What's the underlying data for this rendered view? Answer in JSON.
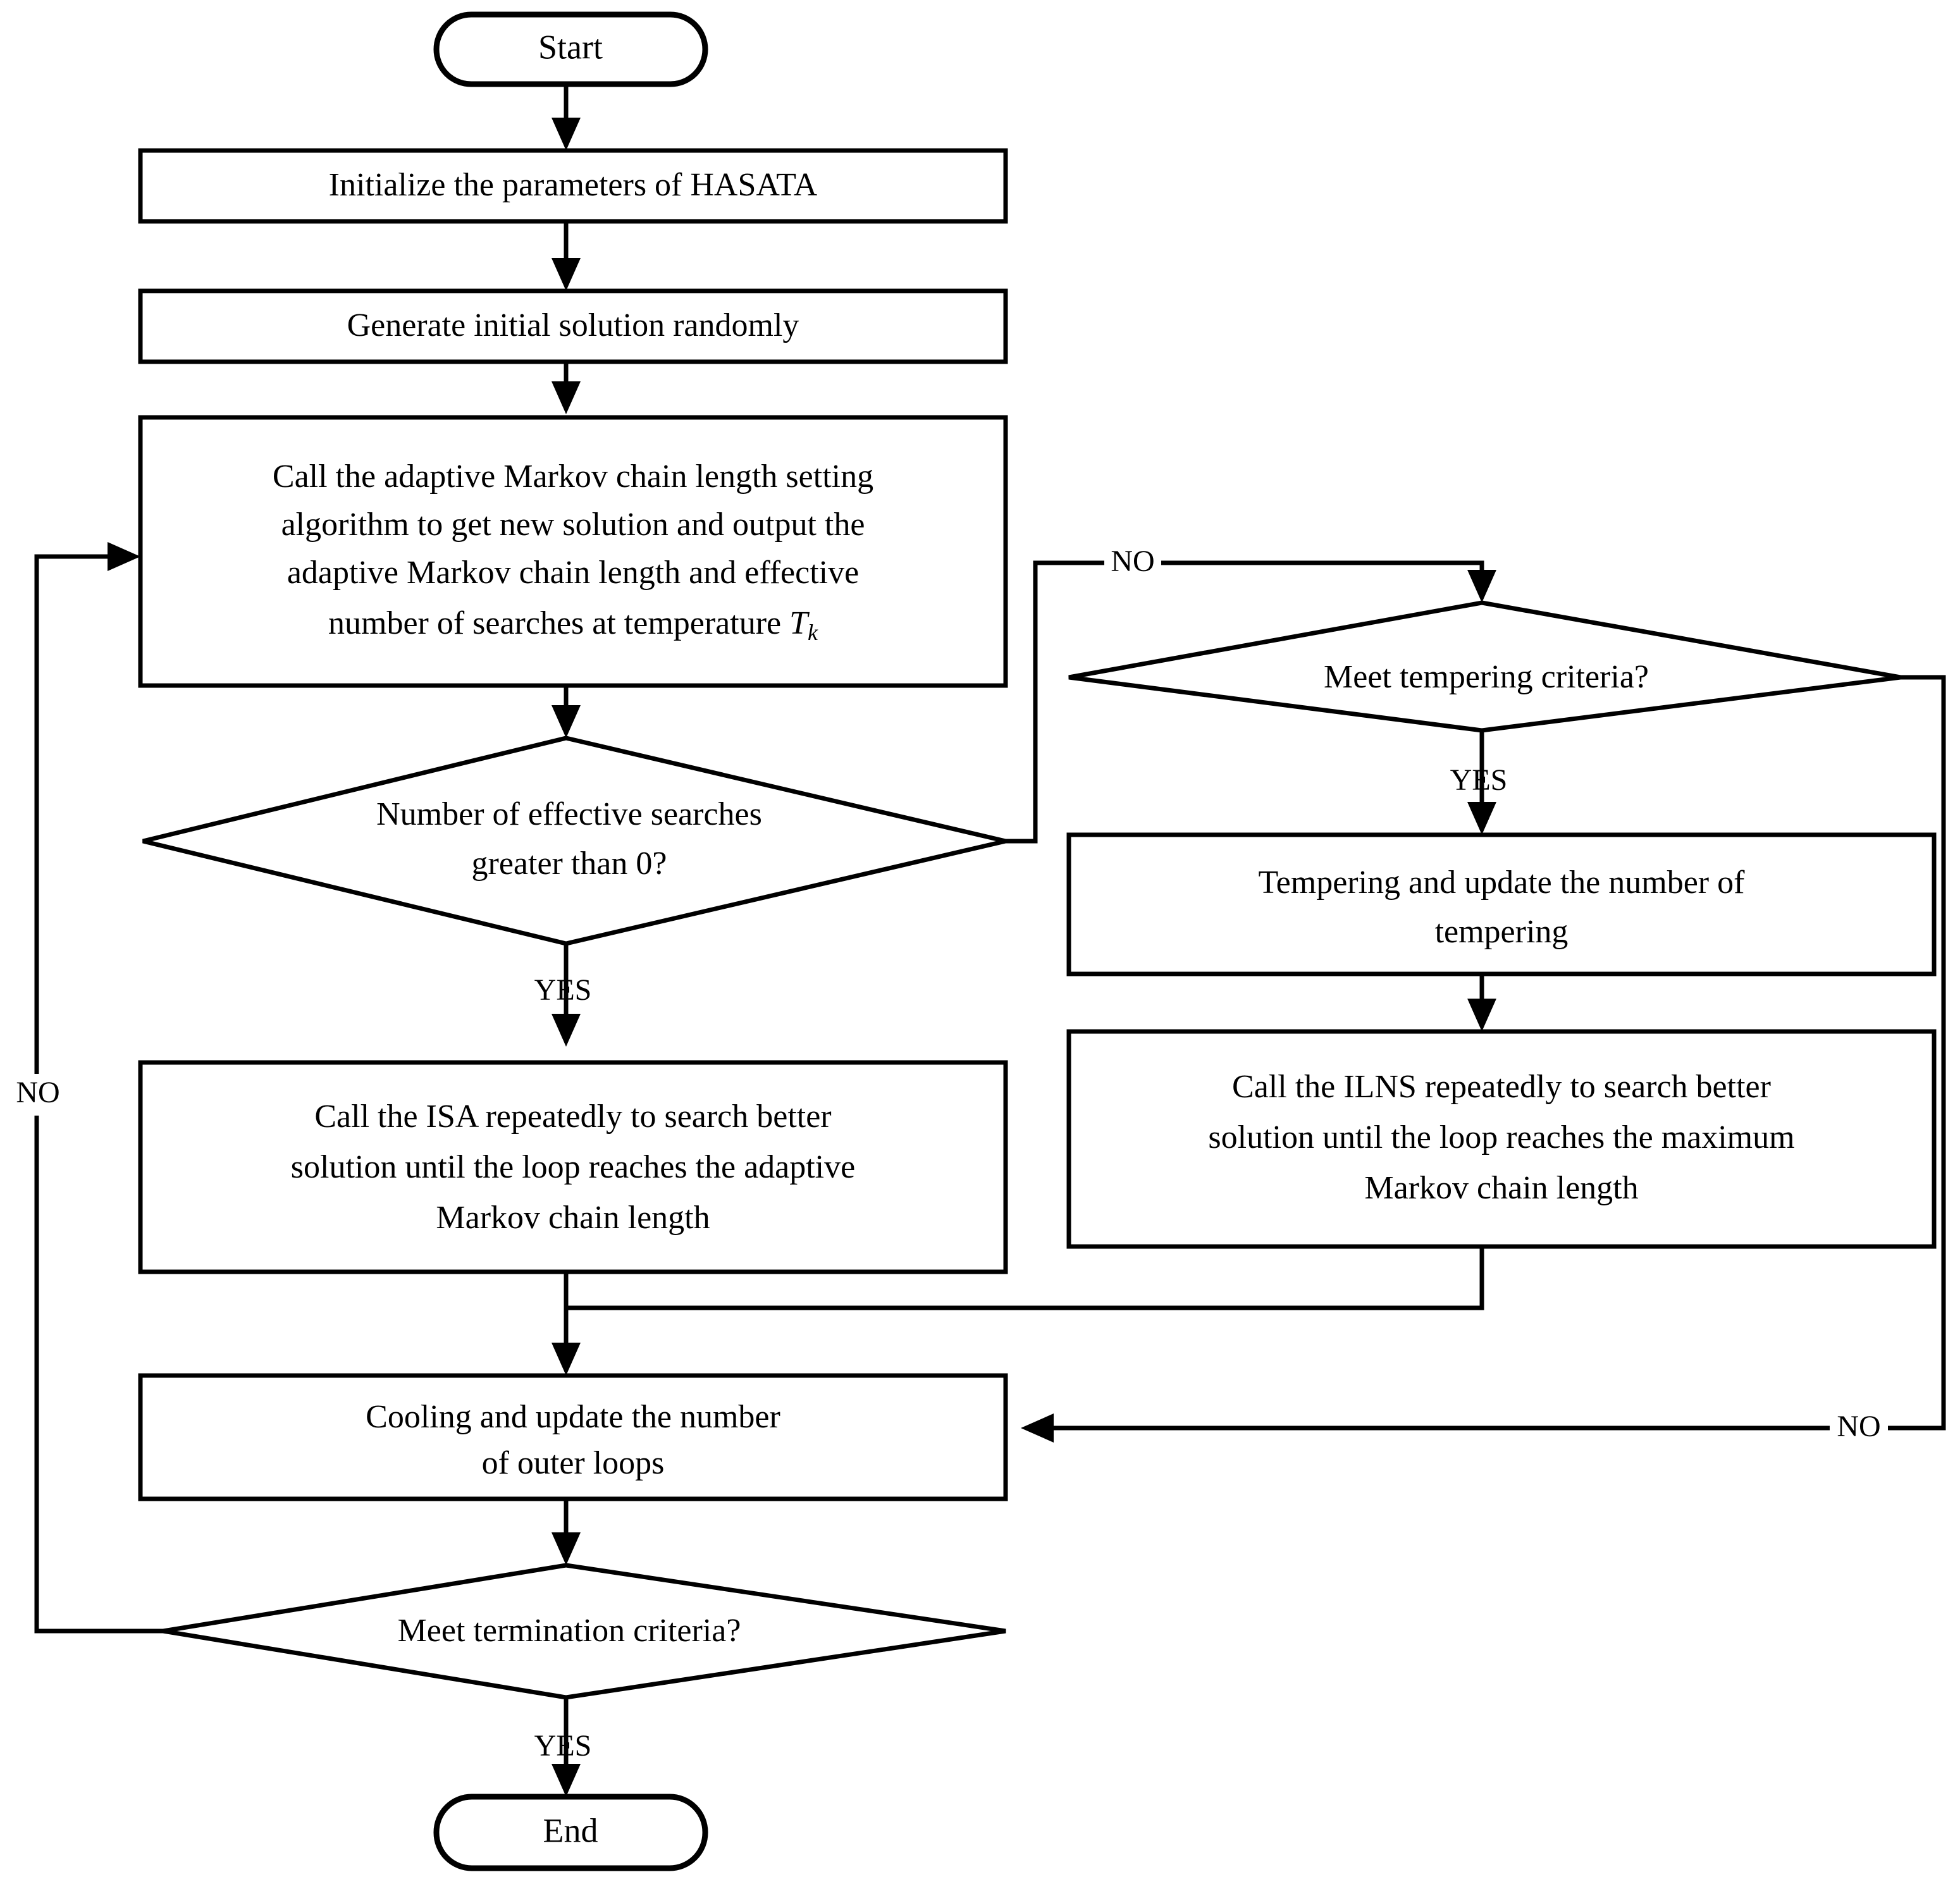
{
  "diagram": {
    "title": "HASATA algorithm flowchart",
    "background": "#ffffff",
    "line_color": "#000000",
    "text_color": "#000000"
  },
  "nodes": {
    "start": {
      "label": "Start",
      "shape": "terminator"
    },
    "init": {
      "label": "Initialize the parameters of HASATA",
      "shape": "process"
    },
    "gen": {
      "label": "Generate initial solution randomly",
      "shape": "process"
    },
    "markov": {
      "shape": "process",
      "line1": "Call the adaptive Markov chain length setting",
      "line2": "algorithm to get new solution and output the",
      "line3": "adaptive Markov chain length and effective",
      "line4_a": "number of searches at temperature ",
      "line4_b": "T",
      "line4_sub": "k"
    },
    "decide_searches": {
      "shape": "decision",
      "line1": "Number of effective searches",
      "line2": "greater than 0?"
    },
    "isa": {
      "shape": "process",
      "line1": "Call the ISA repeatedly to search better",
      "line2": "solution until the loop reaches the adaptive",
      "line3": "Markov chain length"
    },
    "decide_temper": {
      "shape": "decision",
      "line1": "Meet tempering criteria?"
    },
    "temper": {
      "shape": "process",
      "line1": "Tempering and update the number of",
      "line2": "tempering"
    },
    "ilns": {
      "shape": "process",
      "line1": "Call the ILNS repeatedly to search better",
      "line2": "solution until the loop reaches the maximum",
      "line3": "Markov chain length"
    },
    "cooling": {
      "shape": "process",
      "line1": "Cooling and update the number",
      "line2": "of outer loops"
    },
    "decide_termination": {
      "shape": "decision",
      "line1": "Meet termination criteria?"
    },
    "end": {
      "label": "End",
      "shape": "terminator"
    }
  },
  "edge_labels": {
    "searches_no": "NO",
    "searches_yes": "YES",
    "temper_yes": "YES",
    "temper_no": "NO",
    "termination_yes": "YES",
    "termination_no": "NO"
  }
}
